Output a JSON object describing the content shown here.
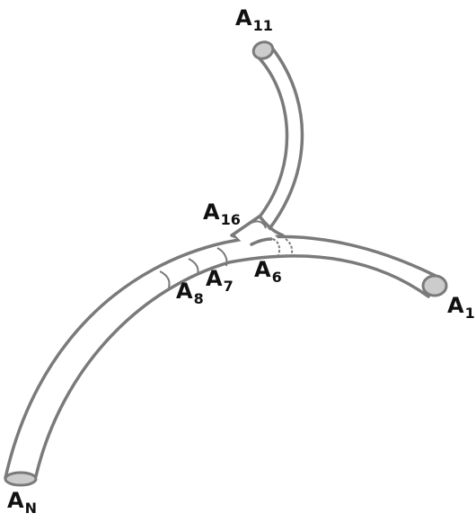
{
  "labels": {
    "a11": {
      "main": "A",
      "sub": "11"
    },
    "a16": {
      "main": "A",
      "sub": "16"
    },
    "a6": {
      "main": "A",
      "sub": "6"
    },
    "a7": {
      "main": "A",
      "sub": "7"
    },
    "a8": {
      "main": "A",
      "sub": "8"
    },
    "a1": {
      "main": "A",
      "sub": "1"
    },
    "an": {
      "main": "A",
      "sub": "N"
    }
  },
  "colors": {
    "tube_stroke": "#7a7a7a",
    "cap_fill": "#cccccc",
    "label": "#111111"
  }
}
